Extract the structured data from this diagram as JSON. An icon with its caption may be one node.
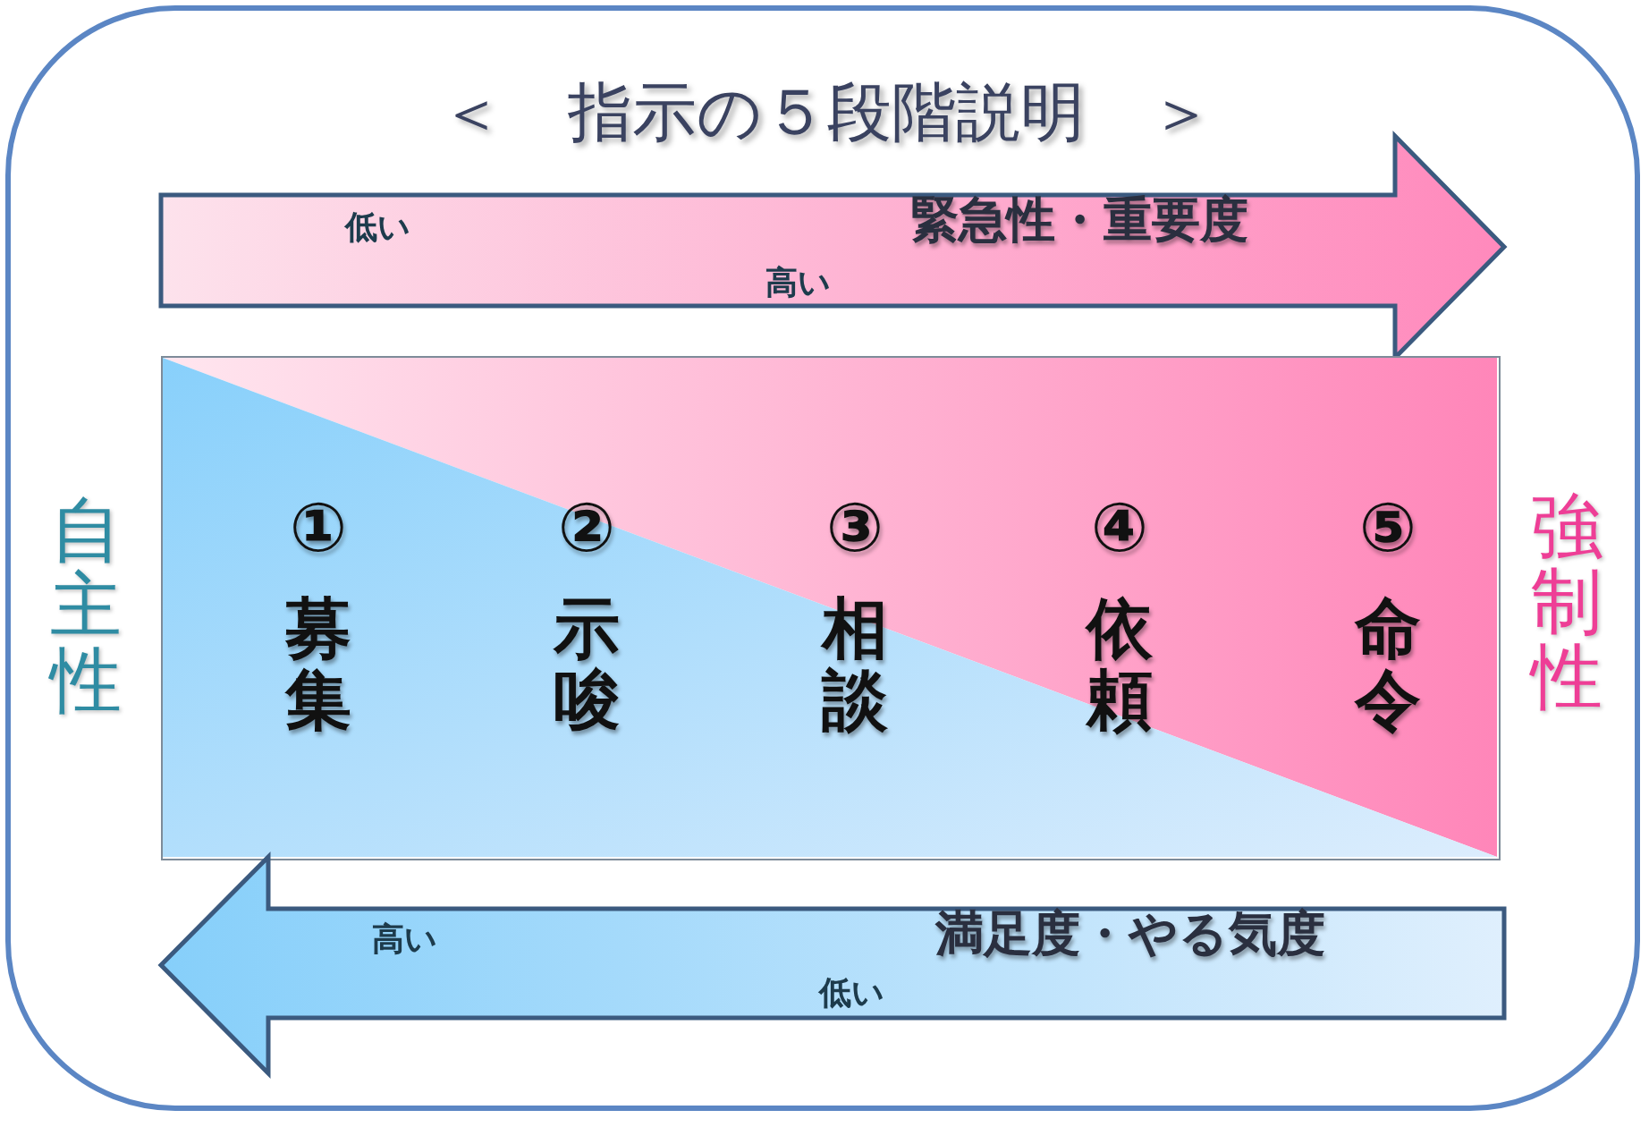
{
  "diagram": {
    "title": "＜　指示の５段階説明　＞",
    "nodes": [
      {
        "text": [
          "低い",
          "緊急性・重要度",
          "高い"
        ]
      },
      {
        "text": [
          "①",
          "募集",
          "②",
          "示唆",
          "③",
          "相談",
          "④",
          "依頼",
          "⑤",
          "命令"
        ],
        "beside": [
          "自主性",
          "強制性"
        ]
      },
      {
        "text": [
          "高い",
          "満足度・やる気度",
          "低い"
        ]
      }
    ]
  }
}
